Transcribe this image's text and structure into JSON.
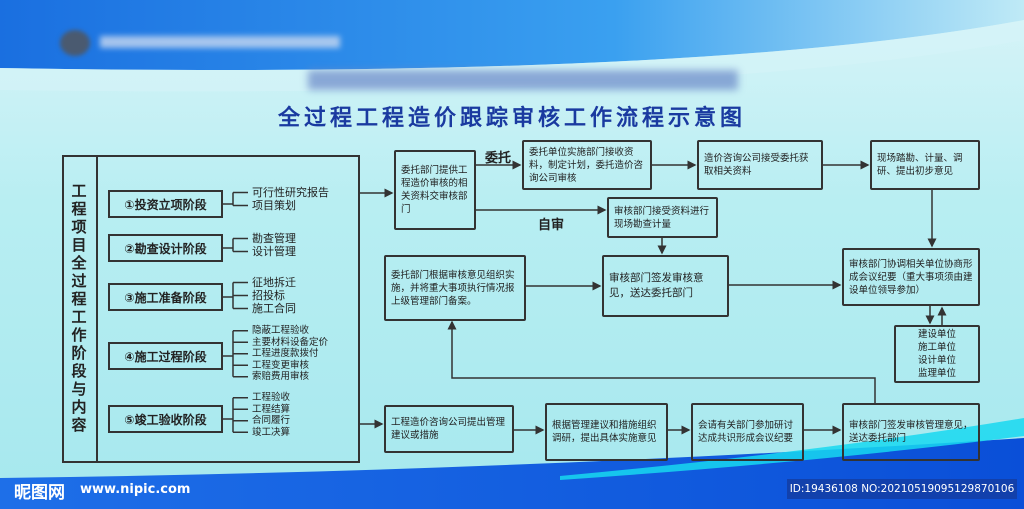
{
  "title": "全过程工程造价跟踪审核工作流程示意图",
  "left_panel": {
    "heading": "工程项目全过程工作阶段与内容",
    "stages": [
      {
        "label": "①投资立项阶段",
        "items": [
          "可行性研究报告",
          "项目策划"
        ]
      },
      {
        "label": "②勘查设计阶段",
        "items": [
          "勘查管理",
          "设计管理"
        ]
      },
      {
        "label": "③施工准备阶段",
        "items": [
          "征地拆迁",
          "招投标",
          "施工合同"
        ]
      },
      {
        "label": "④施工过程阶段",
        "items": [
          "隐蔽工程验收",
          "主要材料设备定价",
          "工程进度款拨付",
          "工程变更审核",
          "索赔费用审核"
        ]
      },
      {
        "label": "⑤竣工验收阶段",
        "items": [
          "工程验收",
          "工程结算",
          "合同履行",
          "竣工决算"
        ]
      }
    ]
  },
  "flow": {
    "label_entrust": "委托",
    "label_self": "自审",
    "a": "委托部门提供工程造价审核的相关资料交审核部门",
    "b": "委托单位实施部门接收资料，制定计划，委托造价咨询公司审核",
    "c": "造价咨询公司接受委托获取相关资料",
    "d": "现场踏勘、计量、调研、提出初步意见",
    "e": "审核部门接受资料进行现场勘查计量",
    "f": "委托部门根据审核意见组织实施，并将重大事项执行情况报上级管理部门备案。",
    "g": "审核部门签发审核意见，送达委托部门",
    "h": "审核部门协调相关单位协商形成会议纪要（重大事项须由建设单位领导参加）",
    "i": [
      "建设单位",
      "施工单位",
      "设计单位",
      "监理单位"
    ],
    "j": "工程造价咨询公司提出管理建议或措施",
    "k": "根据管理建议和措施组织调研，提出具体实施意见",
    "l": "会请有关部门参加研讨达成共识形成会议纪要",
    "m": "审核部门签发审核管理意见，送达委托部门"
  },
  "watermark": {
    "brand": "昵图网",
    "url": "www.nipic.com",
    "id": "ID:19436108 NO:20210519095129870106"
  }
}
